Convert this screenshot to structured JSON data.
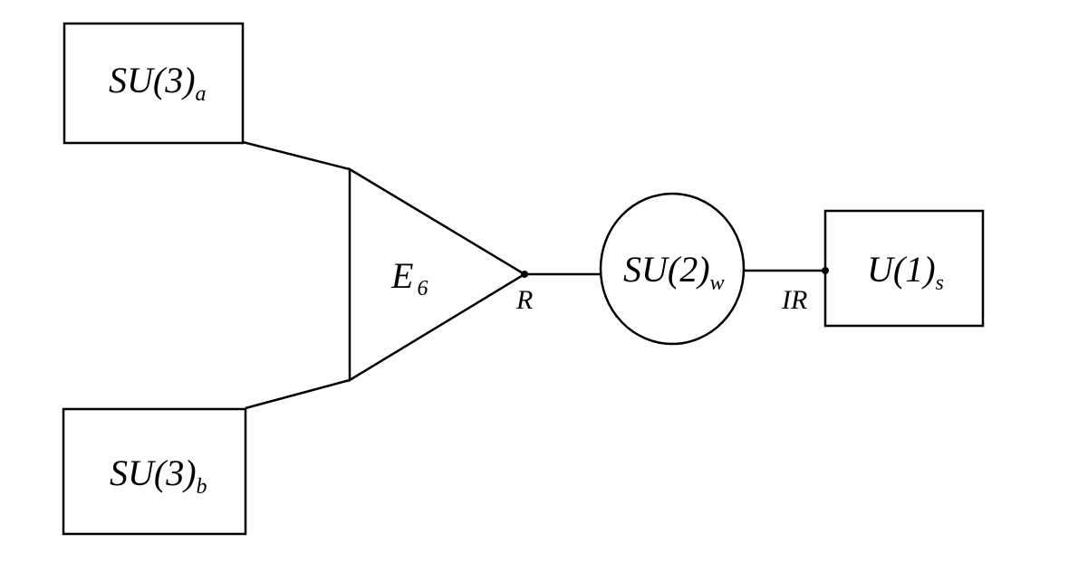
{
  "nodes": {
    "su3a": {
      "base": "SU(3)",
      "sub": "a"
    },
    "su3b": {
      "base": "SU(3)",
      "sub": "b"
    },
    "e6": {
      "base": "E",
      "sub": "6"
    },
    "su2w": {
      "base": "SU(2)",
      "sub": "w"
    },
    "u1s": {
      "base": "U(1)",
      "sub": "s"
    }
  },
  "ports": {
    "r": "R",
    "ir": "IR"
  }
}
